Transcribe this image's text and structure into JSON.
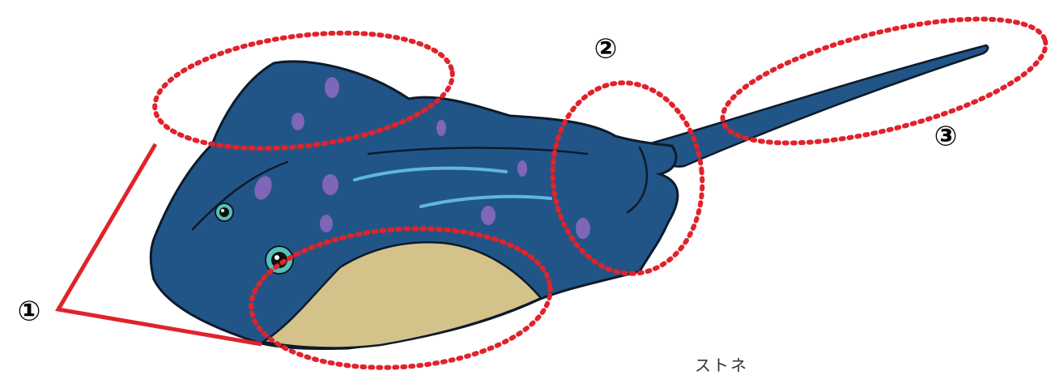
{
  "colors": {
    "body": "#215587",
    "body_outline": "#0d1a2a",
    "belly": "#d3c28a",
    "spots": "#7e66b8",
    "stripes": "#5fb6e3",
    "highlight_rings": "#e0232b",
    "bracket": "#e0232b",
    "eye_ring": "#56c1b8"
  },
  "callouts": [
    {
      "label": "①"
    },
    {
      "label": "②"
    },
    {
      "label": "③"
    }
  ],
  "footer_text": "ストネ"
}
